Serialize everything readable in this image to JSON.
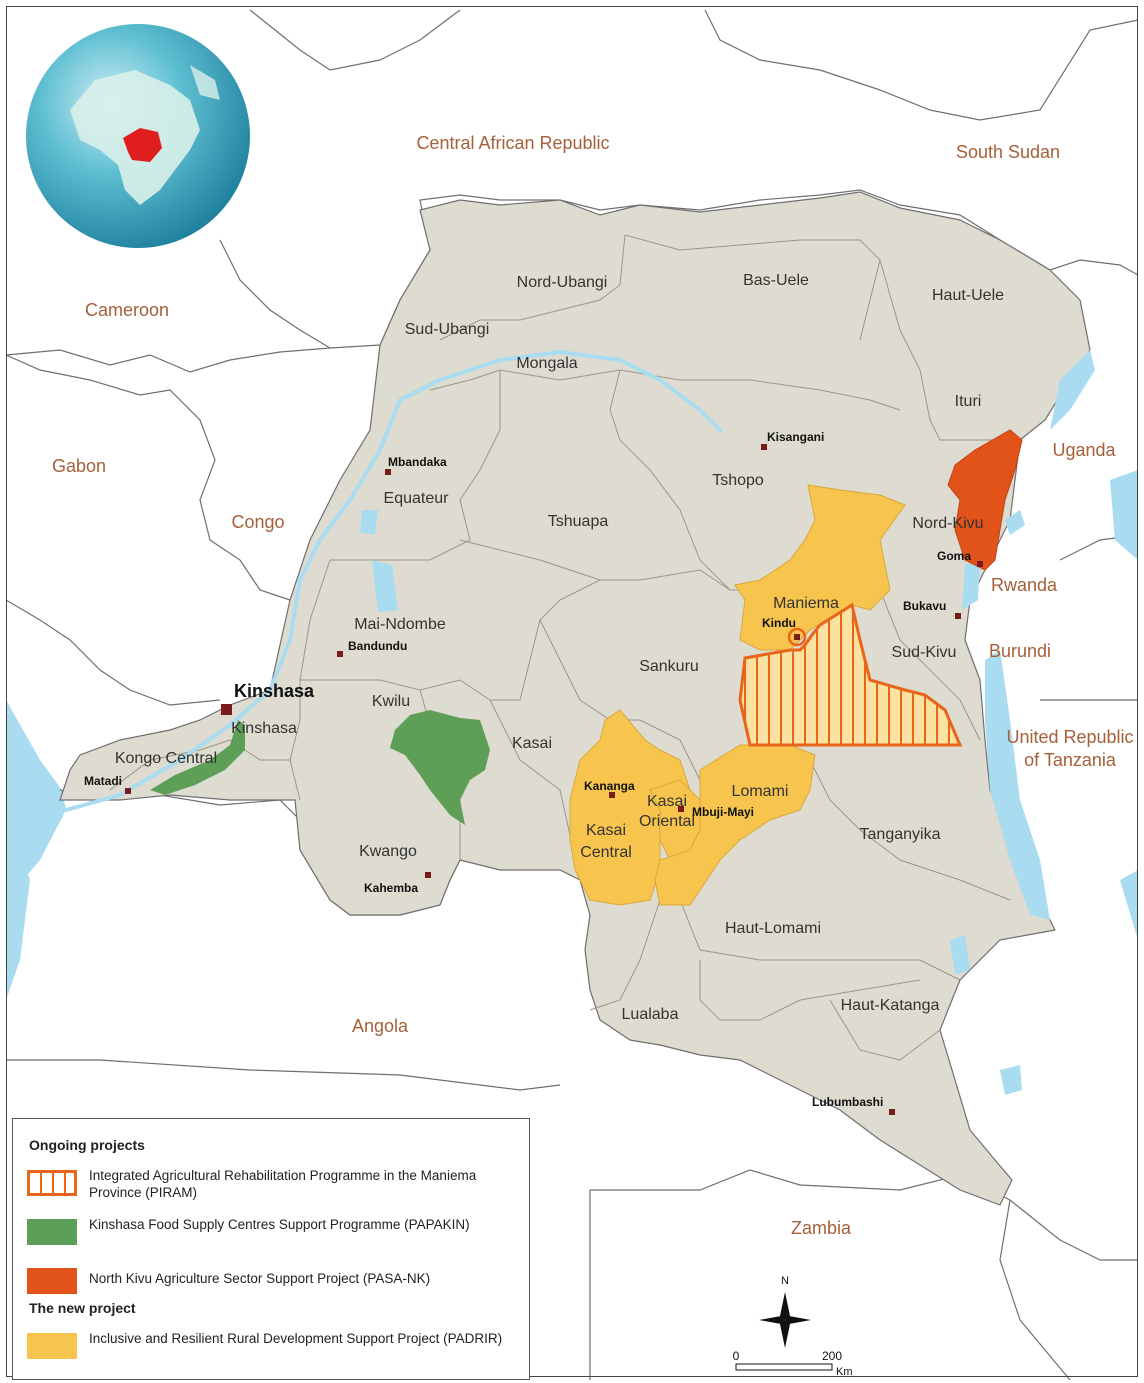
{
  "countries": {
    "car": "Central African Republic",
    "south_sudan": "South Sudan",
    "cameroon": "Cameroon",
    "gabon": "Gabon",
    "congo": "Congo",
    "uganda": "Uganda",
    "rwanda": "Rwanda",
    "burundi": "Burundi",
    "tanzania_1": "United Republic",
    "tanzania_2": "of Tanzania",
    "angola": "Angola",
    "zambia": "Zambia"
  },
  "provinces": {
    "nord_ubangi": "Nord-Ubangi",
    "bas_uele": "Bas-Uele",
    "haut_uele": "Haut-Uele",
    "sud_ubangi": "Sud-Ubangi",
    "mongala": "Mongala",
    "ituri": "Ituri",
    "tshopo": "Tshopo",
    "equateur": "Equateur",
    "tshuapa": "Tshuapa",
    "nord_kivu": "Nord-Kivu",
    "maniema": "Maniema",
    "mai_ndombe": "Mai-Ndombe",
    "sankuru": "Sankuru",
    "sud_kivu": "Sud-Kivu",
    "kwilu": "Kwilu",
    "kinshasa": "Kinshasa",
    "kongo_central": "Kongo Central",
    "kasai": "Kasai",
    "lomami": "Lomami",
    "kasai_oriental_1": "Kasai",
    "kasai_oriental_2": "Oriental",
    "kasai_central_1": "Kasai",
    "kasai_central_2": "Central",
    "tanganyika": "Tanganyika",
    "kwango": "Kwango",
    "haut_lomami": "Haut-Lomami",
    "haut_katanga": "Haut-Katanga",
    "lualaba": "Lualaba"
  },
  "cities": {
    "kinshasa": "Kinshasa",
    "mbandaka": "Mbandaka",
    "kisangani": "Kisangani",
    "goma": "Goma",
    "bukavu": "Bukavu",
    "kindu": "Kindu",
    "bandundu": "Bandundu",
    "matadi": "Matadi",
    "kananga": "Kananga",
    "mbuji_mayi": "Mbuji-Mayi",
    "kahemba": "Kahemba",
    "lubumbashi": "Lubumbashi"
  },
  "legend": {
    "ongoing_title": "Ongoing projects",
    "piram": "Integrated Agricultural Rehabilitation Programme in the Maniema Province (PIRAM)",
    "papakin": "Kinshasa Food Supply Centres Support Programme (PAPAKIN)",
    "pasank": "North Kivu Agriculture Sector Support Project (PASA-NK)",
    "new_title": "The new project",
    "padrir": "Inclusive and Resilient Rural Development Support Project (PADRIR)"
  },
  "scale": {
    "start": "0",
    "end": "200",
    "unit": "Km"
  },
  "north": "N",
  "colors": {
    "water": "#a9dcf0",
    "drc_land": "#dedbd0",
    "province_border": "#9a968c",
    "country_border": "#6f6f6f",
    "country_label": "#a5603a",
    "padrir": "#f7c54e",
    "piram": "#e8651a",
    "papakin": "#5e9f57",
    "pasank": "#e2531a",
    "city_marker": "#7a1a1a",
    "globe_ocean": "#3aa3bf",
    "globe_highlight": "#e01e1e"
  }
}
